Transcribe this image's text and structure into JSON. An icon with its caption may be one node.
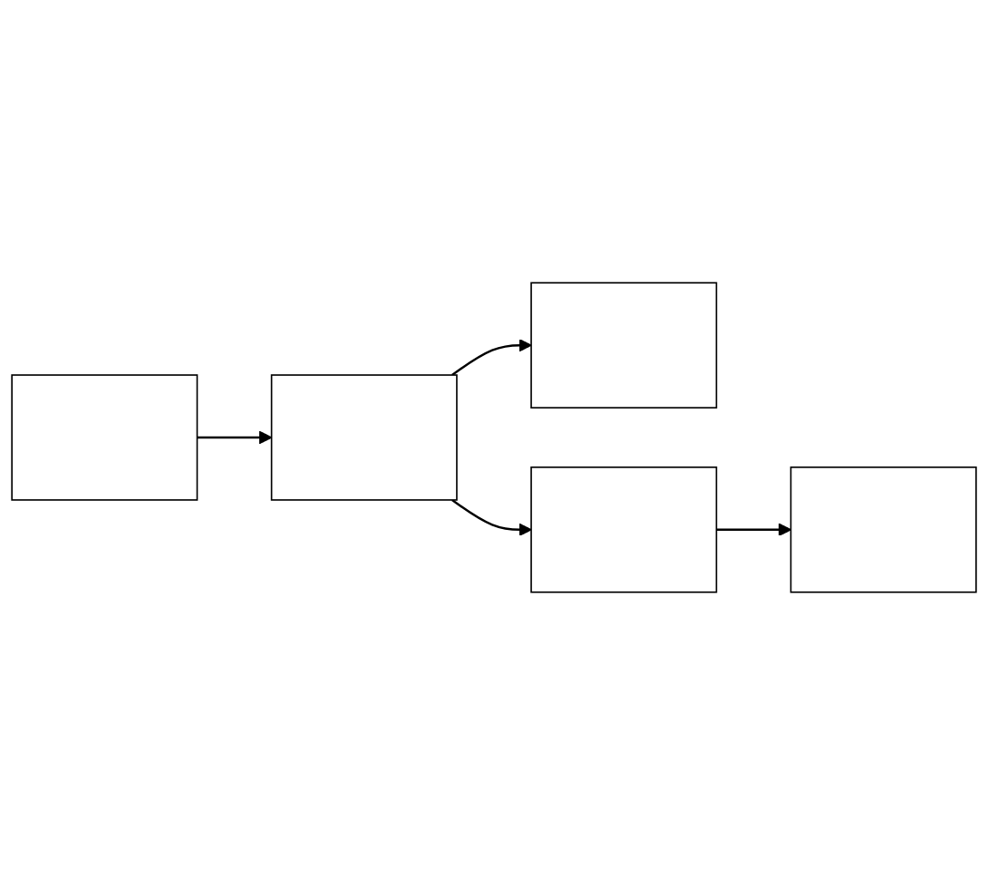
{
  "diagram": {
    "nodes": [
      {
        "text": [],
        "shape": "box"
      },
      {
        "text": [],
        "shape": "box"
      },
      {
        "text": [],
        "shape": "box"
      },
      {
        "text": [],
        "shape": "box"
      },
      {
        "text": [],
        "shape": "box"
      }
    ],
    "edges": [
      {
        "from": 0,
        "to": 1,
        "arrow": "to"
      },
      {
        "from": 1,
        "to": 2,
        "arrow": "to"
      },
      {
        "from": 1,
        "to": 3,
        "arrow": "to"
      },
      {
        "from": 3,
        "to": 4,
        "arrow": "to"
      }
    ]
  }
}
